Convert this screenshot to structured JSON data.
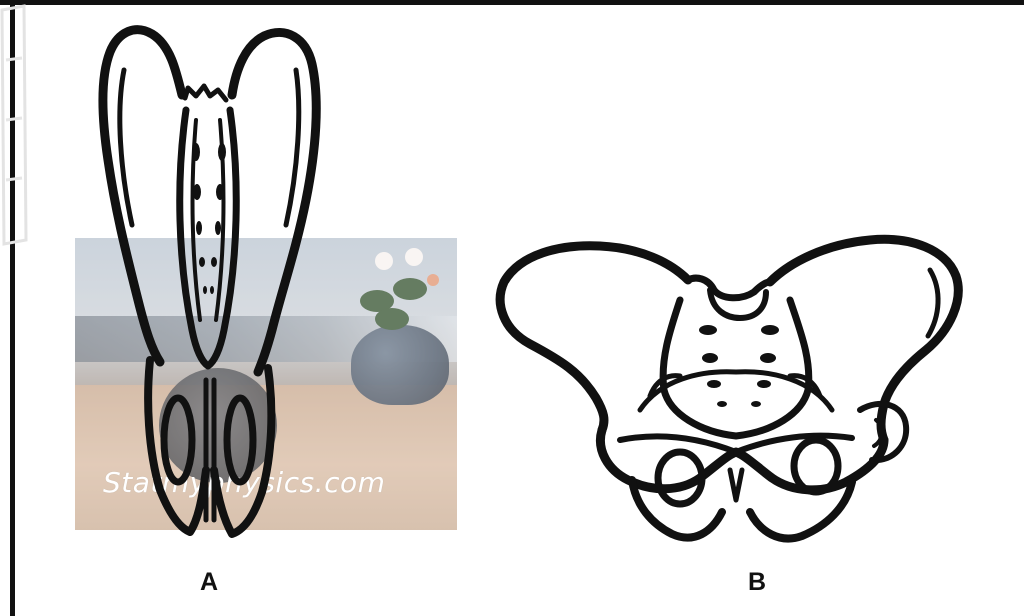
{
  "watermark": {
    "text": "Statmyphysics.com"
  },
  "panel_labels": {
    "a": "A",
    "b": "B"
  },
  "colors": {
    "outline": "#111111",
    "background": "#ffffff"
  },
  "icons": {
    "pelvis_a": "pelvis-narrow-icon",
    "pelvis_b": "pelvis-wide-icon"
  }
}
